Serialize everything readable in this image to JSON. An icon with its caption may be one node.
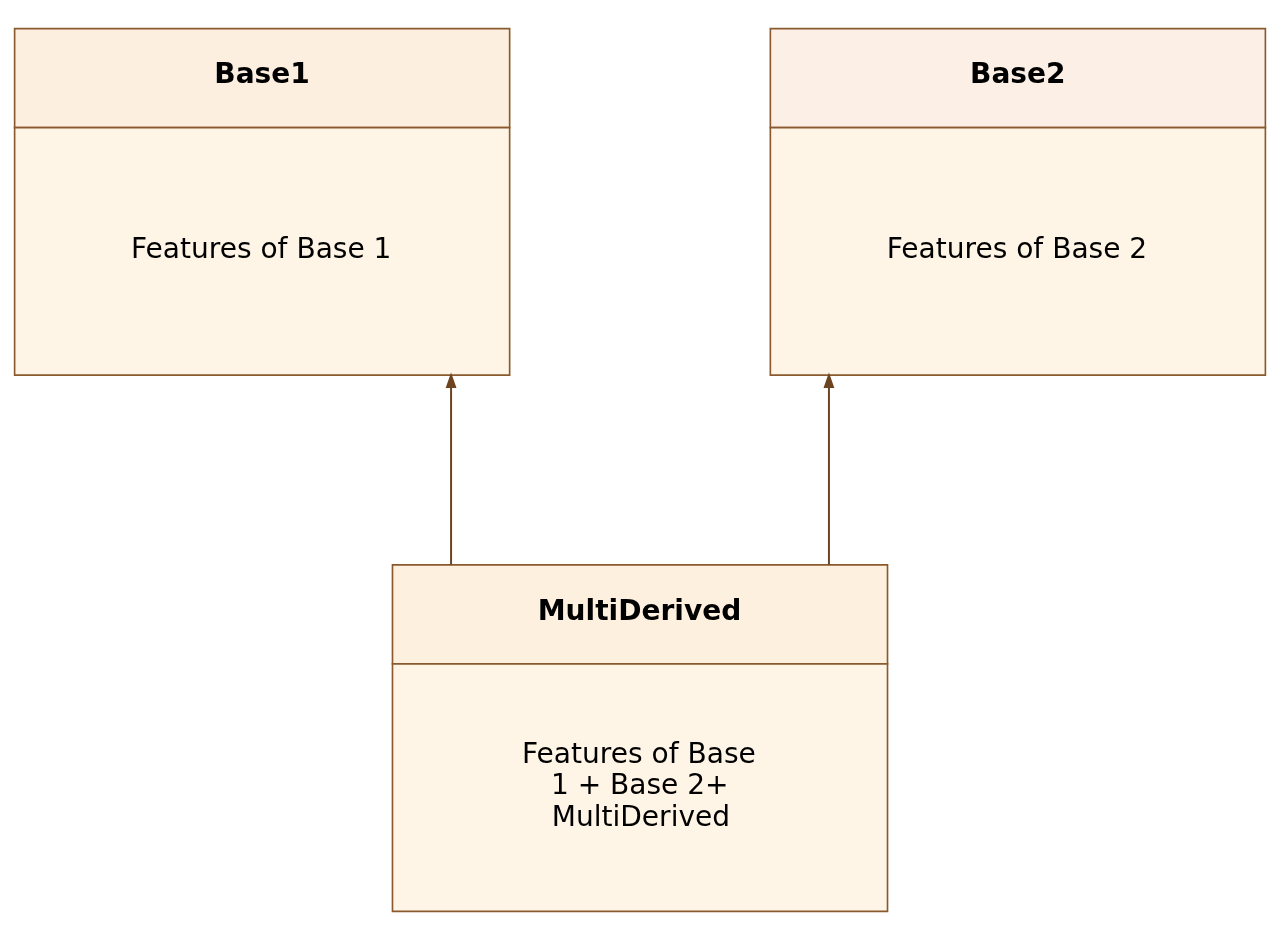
{
  "diagram": {
    "nodes": [
      {
        "text": [
          "Base1",
          "Features of Base 1"
        ]
      },
      {
        "text": [
          "Base2",
          "Features of Base 2"
        ]
      },
      {
        "text": [
          "MultiDerived",
          "Features of Base 1 + Base 2+ MultiDerived"
        ]
      }
    ],
    "edges": [
      {
        "from": 2,
        "to": 0,
        "arrow": "to"
      },
      {
        "from": 2,
        "to": 1,
        "arrow": "to"
      }
    ]
  }
}
